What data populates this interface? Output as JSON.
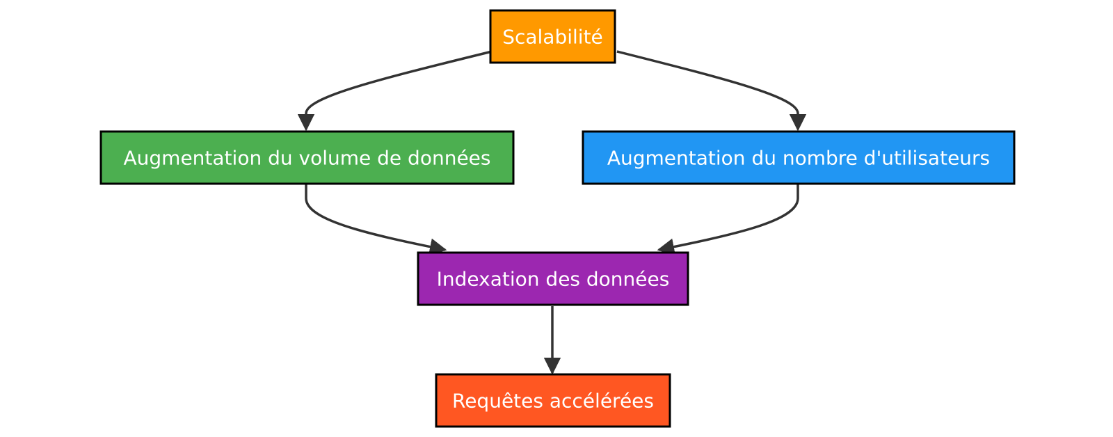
{
  "diagram": {
    "nodes": [
      {
        "id": "scalabilite",
        "label": "Scalabilité",
        "color": "#FF9900"
      },
      {
        "id": "volume",
        "label": "Augmentation du volume de données",
        "color": "#4CAF50"
      },
      {
        "id": "utilisateurs",
        "label": "Augmentation du nombre d'utilisateurs",
        "color": "#2196F3"
      },
      {
        "id": "indexation",
        "label": "Indexation des données",
        "color": "#9C27B0"
      },
      {
        "id": "requetes",
        "label": "Requêtes accélérées",
        "color": "#FF5722"
      }
    ],
    "edges": [
      {
        "from": "scalabilite",
        "to": "volume"
      },
      {
        "from": "scalabilite",
        "to": "utilisateurs"
      },
      {
        "from": "volume",
        "to": "indexation"
      },
      {
        "from": "utilisateurs",
        "to": "indexation"
      },
      {
        "from": "indexation",
        "to": "requetes"
      }
    ],
    "edge_color": "#333333",
    "border_color": "#000000",
    "text_color": "#FFFFFF"
  }
}
